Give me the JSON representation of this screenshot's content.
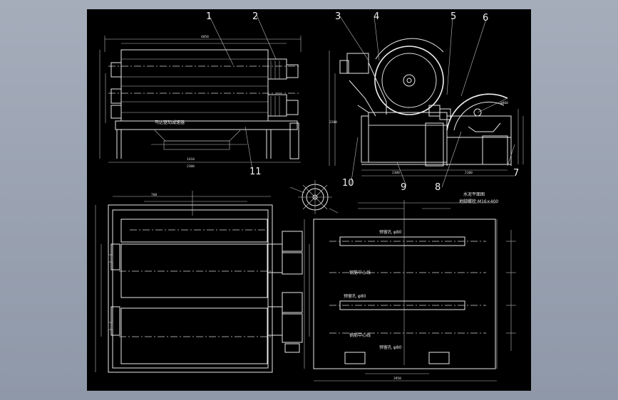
{
  "part_labels": [
    "1",
    "2",
    "3",
    "4",
    "5",
    "6",
    "7",
    "8",
    "9",
    "10",
    "11"
  ],
  "annotations": {
    "diameter": "φ860",
    "dim_top_left": "4050",
    "dim_left_width": "1410",
    "dim_left_total": "2300",
    "dim_mid_width": "2300",
    "dim_right_width": "2100",
    "dim_right_total": "3950",
    "dim_height": "2200",
    "dim_small": "760",
    "plan_title_1": "水泥平面图",
    "plan_title_2": "地脚螺栓 M16×400",
    "plan_line_1": "预留孔 φ80",
    "plan_line_2": "预留孔 φ80",
    "plan_line_3": "预留孔 φ80",
    "plan_label_a": "钢筋中心线",
    "plan_label_b": "钢筋中心线",
    "front_caption": "马达驱动减速器"
  },
  "colors": {
    "window_bg": "#9aa3b3",
    "canvas_bg": "#000000",
    "line": "#e8e8e8"
  }
}
